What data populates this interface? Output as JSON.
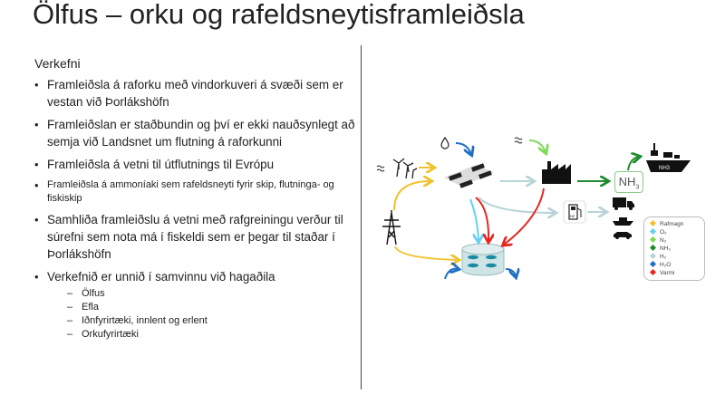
{
  "title": "Ölfus – orku og rafeldsneytisframleiðsla",
  "subtitle": "Verkefni",
  "bullets": [
    "Framleiðsla á raforku með vindorkuveri á svæði sem er vestan við Þorlákshöfn",
    "Framleiðslan er staðbundin og því er ekki nauðsynlegt að semja við Landsnet um flutning á raforkunni",
    "Framleiðsla á vetni til útflutnings til Evrópu",
    "Framleiðsla á ammoníaki sem rafeldsneyti fyrir skip, flutninga- og fiskiskip",
    "Samhliða framleiðslu á vetni með rafgreiningu verður til súrefni sem nota má í fiskeldi sem er þegar til staðar í Þorlákshöfn",
    "Verkefnið er unnið í samvinnu við hagaðila"
  ],
  "sub_bullets": [
    "Ölfus",
    "Efla",
    "Iðnfyrirtæki, innlent og erlent",
    "Orkufyrirtæki"
  ],
  "diagram": {
    "nh3_label": "NH",
    "nh3_sub": "3",
    "ship_label": "NH3",
    "pump_label": "H2",
    "legend": [
      {
        "label": "Rafmagn",
        "color": "#f2c12e"
      },
      {
        "label": "O₂",
        "color": "#66d0f0"
      },
      {
        "label": "N₂",
        "color": "#7ed957"
      },
      {
        "label": "NH₃",
        "color": "#1e8c2e"
      },
      {
        "label": "H₂",
        "color": "#b8d4d8"
      },
      {
        "label": "H₂O",
        "color": "#1f6fc6"
      },
      {
        "label": "Varmi",
        "color": "#e8261f"
      }
    ]
  }
}
